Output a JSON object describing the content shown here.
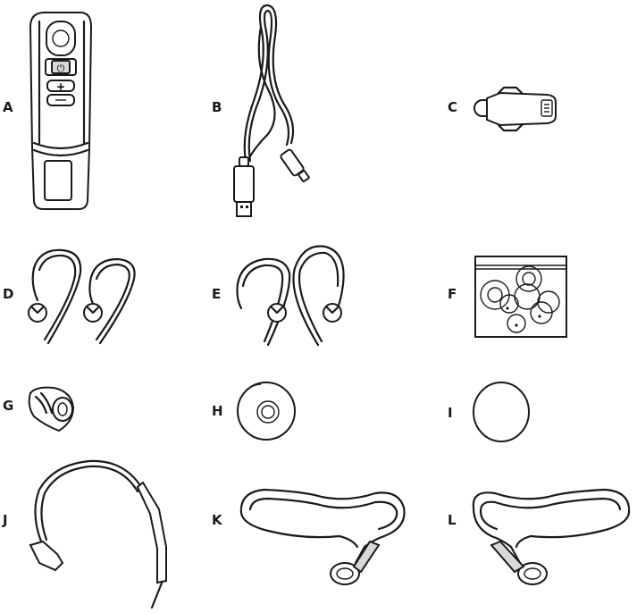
{
  "labels": {
    "a": "A",
    "b": "B",
    "c": "C",
    "d": "D",
    "e": "E",
    "f": "F",
    "g": "G",
    "h": "H",
    "i": "I",
    "j": "J",
    "k": "K",
    "l": "L"
  },
  "items": [
    {
      "label": "A",
      "icon": "bluetooth-headset-icon"
    },
    {
      "label": "B",
      "icon": "usb-cable-icon"
    },
    {
      "label": "C",
      "icon": "car-charger-icon"
    },
    {
      "label": "D",
      "icon": "small-ear-hooks-icon"
    },
    {
      "label": "E",
      "icon": "large-ear-hooks-icon"
    },
    {
      "label": "F",
      "icon": "ear-gels-bag-icon"
    },
    {
      "label": "G",
      "icon": "ear-gel-icon"
    },
    {
      "label": "H",
      "icon": "cd-disc-icon"
    },
    {
      "label": "I",
      "icon": "magnet-disc-icon"
    },
    {
      "label": "J",
      "icon": "headband-icon"
    },
    {
      "label": "K",
      "icon": "neckband-left-icon"
    },
    {
      "label": "L",
      "icon": "neckband-right-icon"
    }
  ],
  "headset": {
    "power_symbol": "⏻",
    "plus_symbol": "+"
  }
}
